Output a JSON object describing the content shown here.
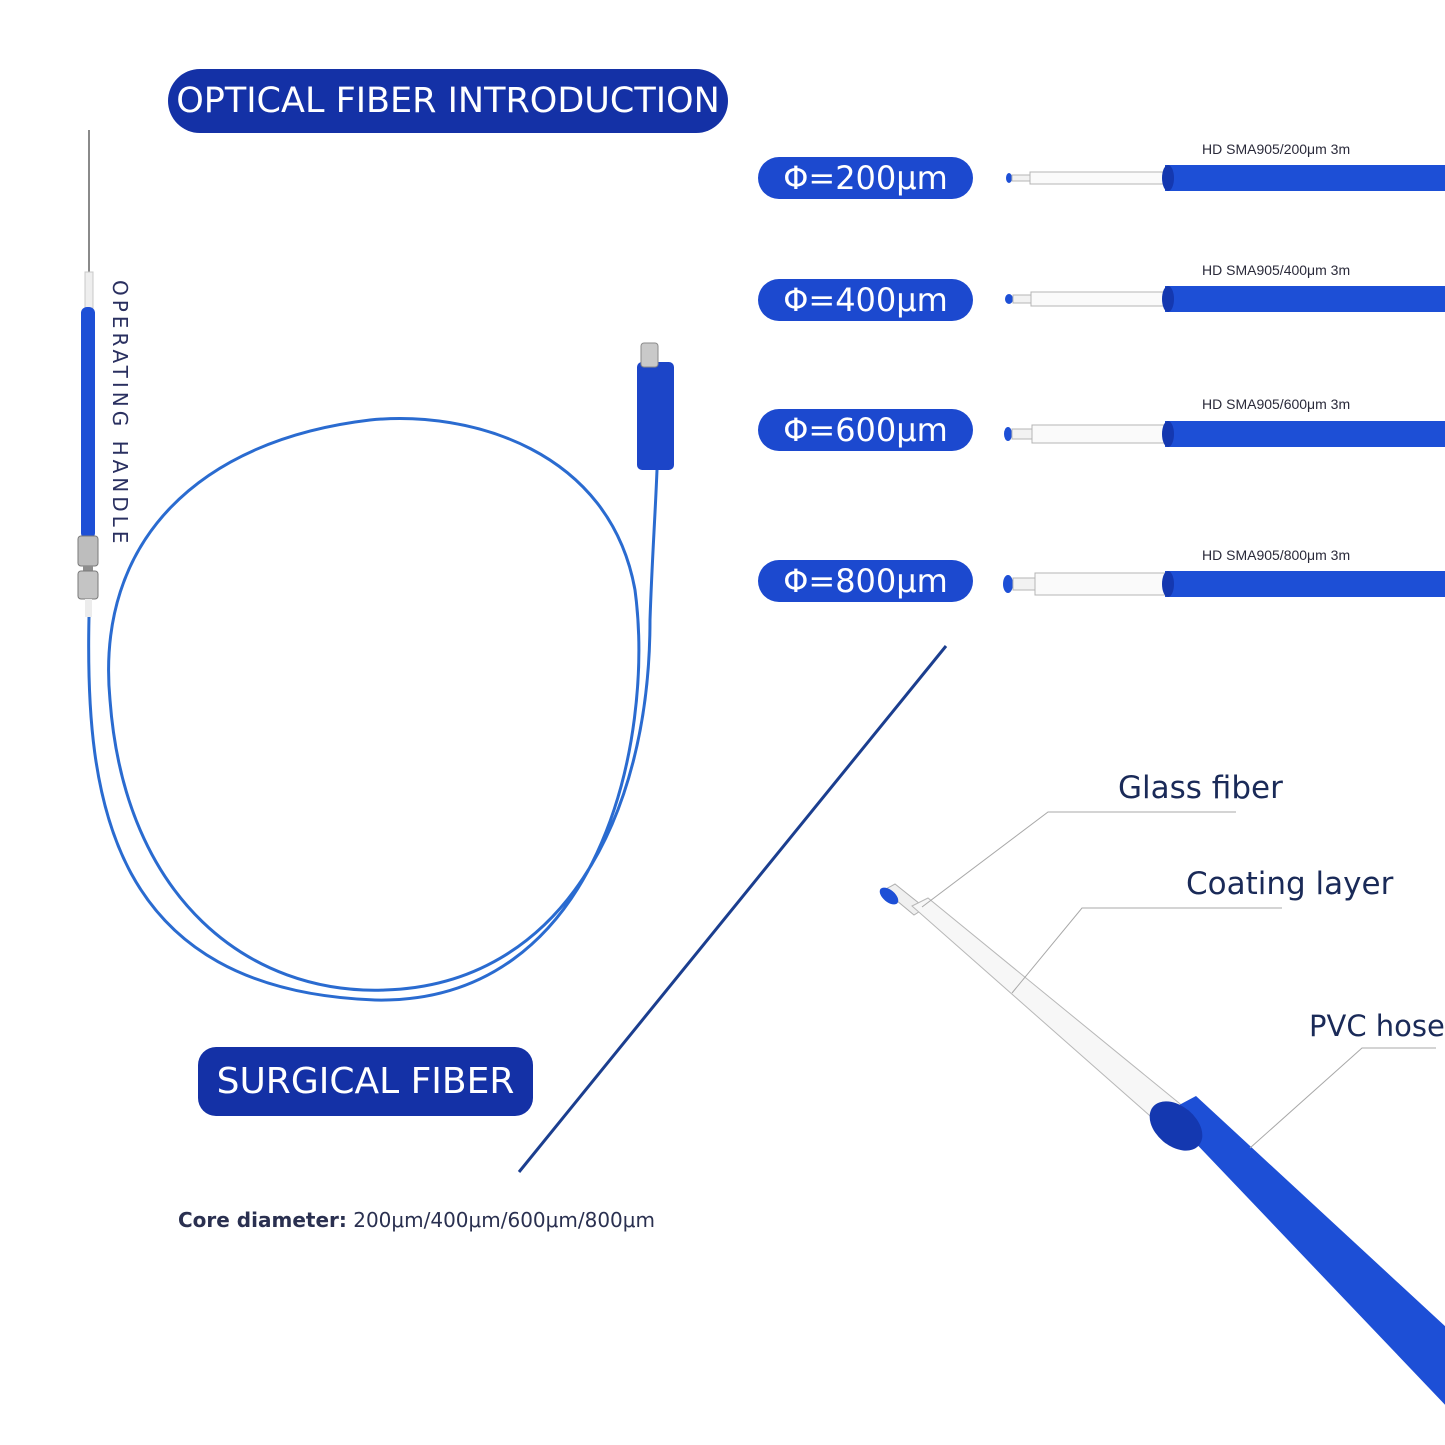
{
  "title": "OPTICAL FIBER INTRODUCTION",
  "handle_label": "OPERATING HANDLE",
  "product_label": "SURGICAL FIBER",
  "diameters": [
    {
      "label": "Φ=200μm",
      "model": "HD SMA905/200μm 3m"
    },
    {
      "label": "Φ=400μm",
      "model": "HD SMA905/400μm 3m"
    },
    {
      "label": "Φ=600μm",
      "model": "HD SMA905/600μm 3m"
    },
    {
      "label": "Φ=800μm",
      "model": "HD SMA905/800μm 3m"
    }
  ],
  "callouts": {
    "glass": "Glass fiber",
    "coating": "Coating layer",
    "pvc": "PVC hose"
  },
  "core": {
    "label": "Core diameter:",
    "value": "200μm/400μm/600μm/800μm"
  },
  "colors": {
    "pill_dark": "#1431a6",
    "pill_bright": "#1c49cf",
    "fiber_blue": "#1d4fd6",
    "cable_blue": "#2a6bd0"
  }
}
